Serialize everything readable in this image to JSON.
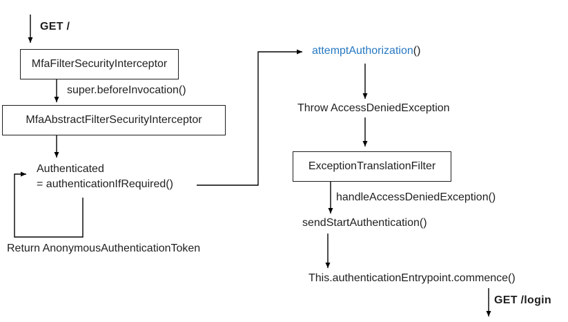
{
  "colors": {
    "background": "#ffffff",
    "text": "#1f1f1f",
    "line": "#000000",
    "accent_blue": "#2678C2"
  },
  "flow": {
    "start_request": "GET /",
    "interceptor_box": "MfaFilterSecurityInterceptor",
    "super_before_invocation": "super.beforeInvocation()",
    "abstract_interceptor_box": "MfaAbstractFilterSecurityInterceptor",
    "authenticated_line1": "Authenticated",
    "authenticated_line2": "= authenticationIfRequired()",
    "return_anonymous": "Return AnonymousAuthenticationToken",
    "attempt_authorization": "attemptAuthorization",
    "attempt_authorization_parens": "()",
    "throw_access_denied": "Throw AccessDeniedException",
    "exception_translation_box": "ExceptionTranslationFilter",
    "handle_access_denied": "handleAccessDeniedException()",
    "send_start_authentication": "sendStartAuthentication()",
    "entrypoint_commence": "This.authenticationEntrypoint.commence()",
    "login_request": "GET /login"
  }
}
